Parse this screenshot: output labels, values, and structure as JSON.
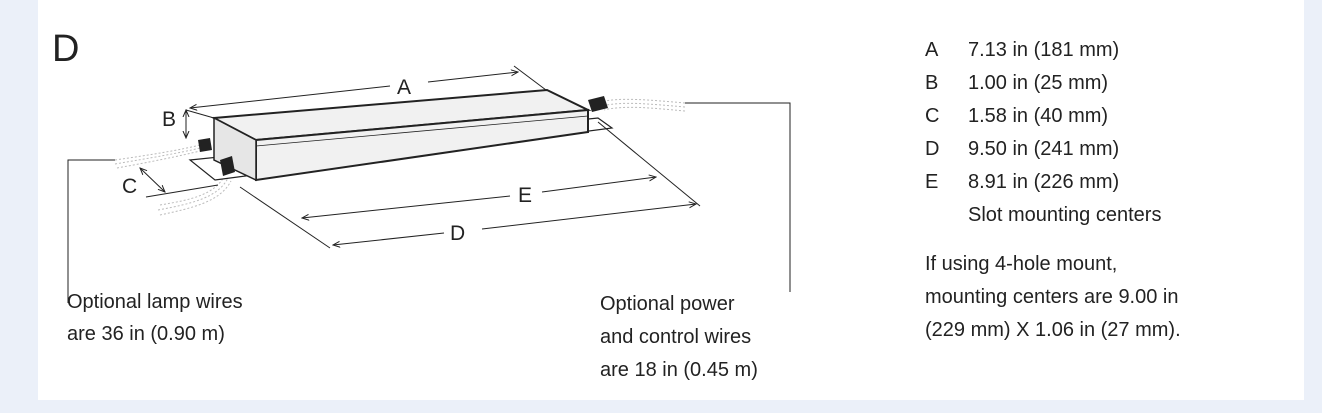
{
  "figure_label": "D",
  "diagram_labels": {
    "a": "A",
    "b": "B",
    "c": "C",
    "d": "D",
    "e": "E"
  },
  "callouts": {
    "lamp_wires": [
      "Optional lamp wires",
      "are 36 in (0.90 m)"
    ],
    "power_wires": [
      "Optional power",
      "and control wires",
      "are 18 in (0.45 m)"
    ]
  },
  "dimensions": [
    {
      "key": "A",
      "value": "7.13 in (181 mm)"
    },
    {
      "key": "B",
      "value": "1.00 in (25 mm)"
    },
    {
      "key": "C",
      "value": "1.58 in (40 mm)"
    },
    {
      "key": "D",
      "value": "9.50 in (241 mm)"
    },
    {
      "key": "E",
      "value": "8.91 in (226 mm)"
    },
    {
      "key": "",
      "value": "Slot mounting centers"
    }
  ],
  "note": [
    "If using 4-hole mount,",
    "mounting centers are 9.00 in",
    "(229 mm) X 1.06 in (27 mm)."
  ]
}
